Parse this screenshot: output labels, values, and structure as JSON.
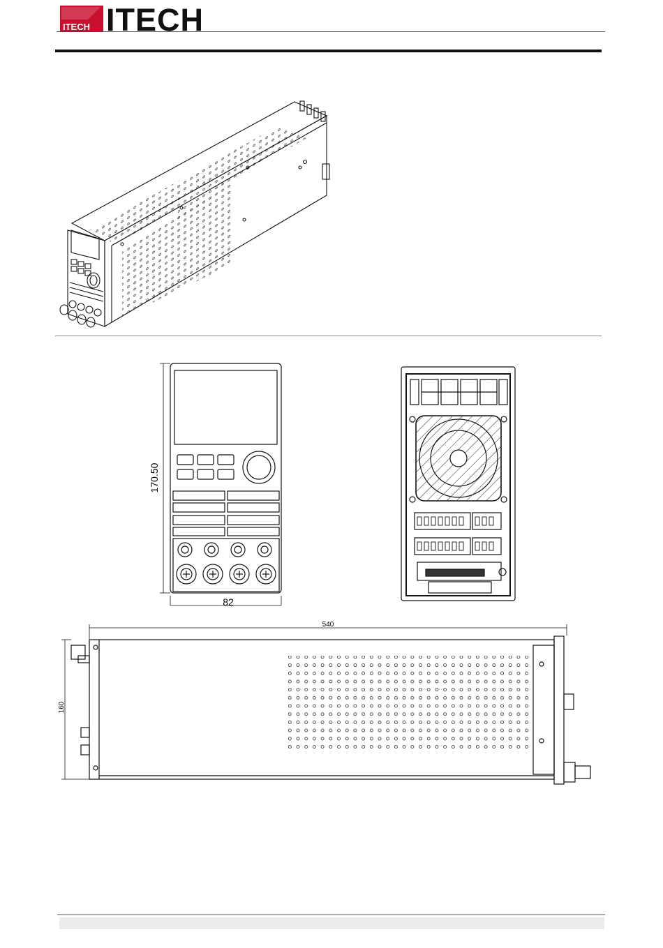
{
  "brand": {
    "name": "ITECH",
    "logo_badge": "ITECH",
    "colors": {
      "logo_red": "#c8102e",
      "ink": "#111111"
    }
  },
  "dimensions": {
    "front_height": "170.50",
    "front_width": "82",
    "side_length": "540",
    "side_height": "160"
  }
}
